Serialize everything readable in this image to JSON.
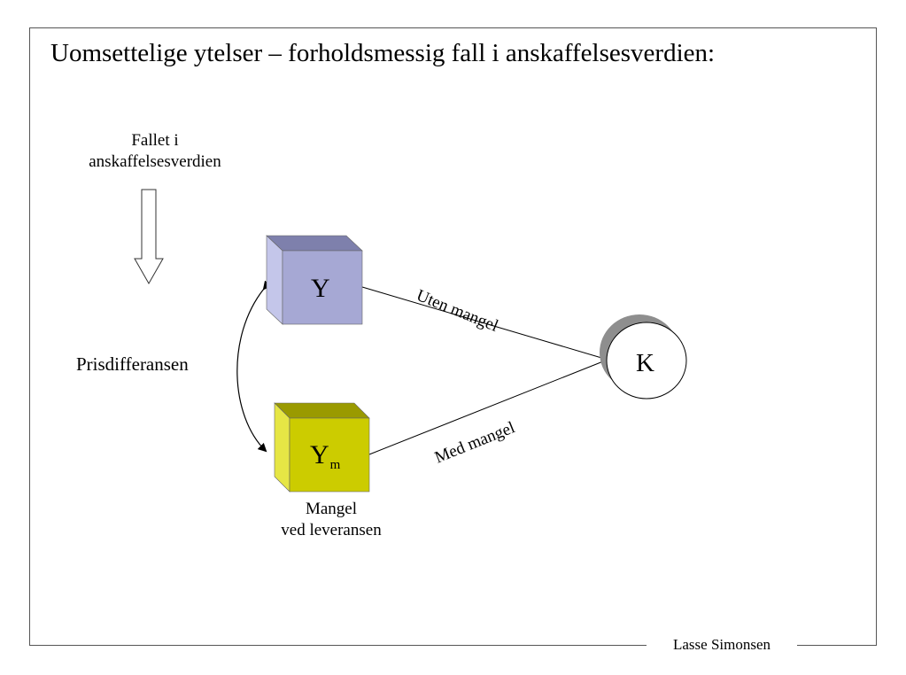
{
  "title": "Uomsettelige ytelser – forholdsmessig fall i anskaffelsesverdien:",
  "fall_label": [
    "Fallet i",
    "anskaffelsesverdien"
  ],
  "pris_label": "Prisdifferansen",
  "box_y": {
    "label": "Y",
    "color": "#a6a8d4"
  },
  "box_ym": {
    "label": "Y",
    "subscript": "m",
    "color": "#cccc00"
  },
  "circle_k": {
    "label": "K"
  },
  "line_uten": "Uten mangel",
  "line_med": "Med mangel",
  "mangel_label": [
    "Mangel",
    "ved leveransen"
  ],
  "footer": "Lasse Simonsen"
}
